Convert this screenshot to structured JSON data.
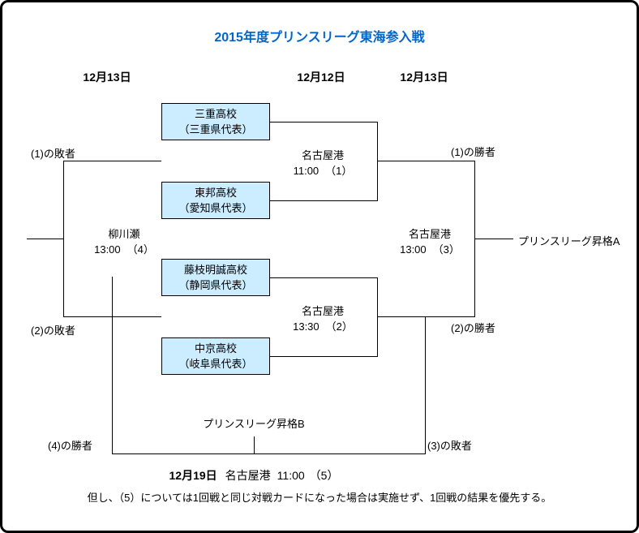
{
  "title": {
    "text": "2015年度プリンスリーグ東海参入戦",
    "color": "#0066CC"
  },
  "date_headers": {
    "left": "12月13日",
    "middle": "12月12日",
    "right": "12月13日"
  },
  "teams": [
    {
      "name": "三重高校",
      "rep": "（三重県代表）"
    },
    {
      "name": "東邦高校",
      "rep": "（愛知県代表）"
    },
    {
      "name": "藤枝明誠高校",
      "rep": "（静岡県代表）"
    },
    {
      "name": "中京高校",
      "rep": "（岐阜県代表）"
    }
  ],
  "matches": [
    {
      "venue": "名古屋港",
      "time": "11:00",
      "number": "（1）"
    },
    {
      "venue": "名古屋港",
      "time": "13:30",
      "number": "（2）"
    },
    {
      "venue": "名古屋港",
      "time": "13:00",
      "number": "（3）"
    },
    {
      "venue": "柳川瀬",
      "time": "13:00",
      "number": "（4）"
    }
  ],
  "bracket_labels": {
    "loser1": "(1)の敗者",
    "loser2": "(2)の敗者",
    "winner1": "(1)の勝者",
    "winner2": "(2)の勝者",
    "winner4": "(4)の勝者",
    "loser3": "(3)の敗者"
  },
  "promotions": {
    "a": "プリンスリーグ昇格A",
    "b": "プリンスリーグ昇格B"
  },
  "final_match": {
    "date": "12月19日",
    "venue": "名古屋港",
    "time": "11:00",
    "number": "（5）"
  },
  "note": "但し、（5）については1回戦と同じ対戦カードになった場合は実施せず、1回戦の結果を優先する。",
  "colors": {
    "title_blue": "#0066CC",
    "team_box_fill": "#CCECFF",
    "line": "#000000"
  }
}
